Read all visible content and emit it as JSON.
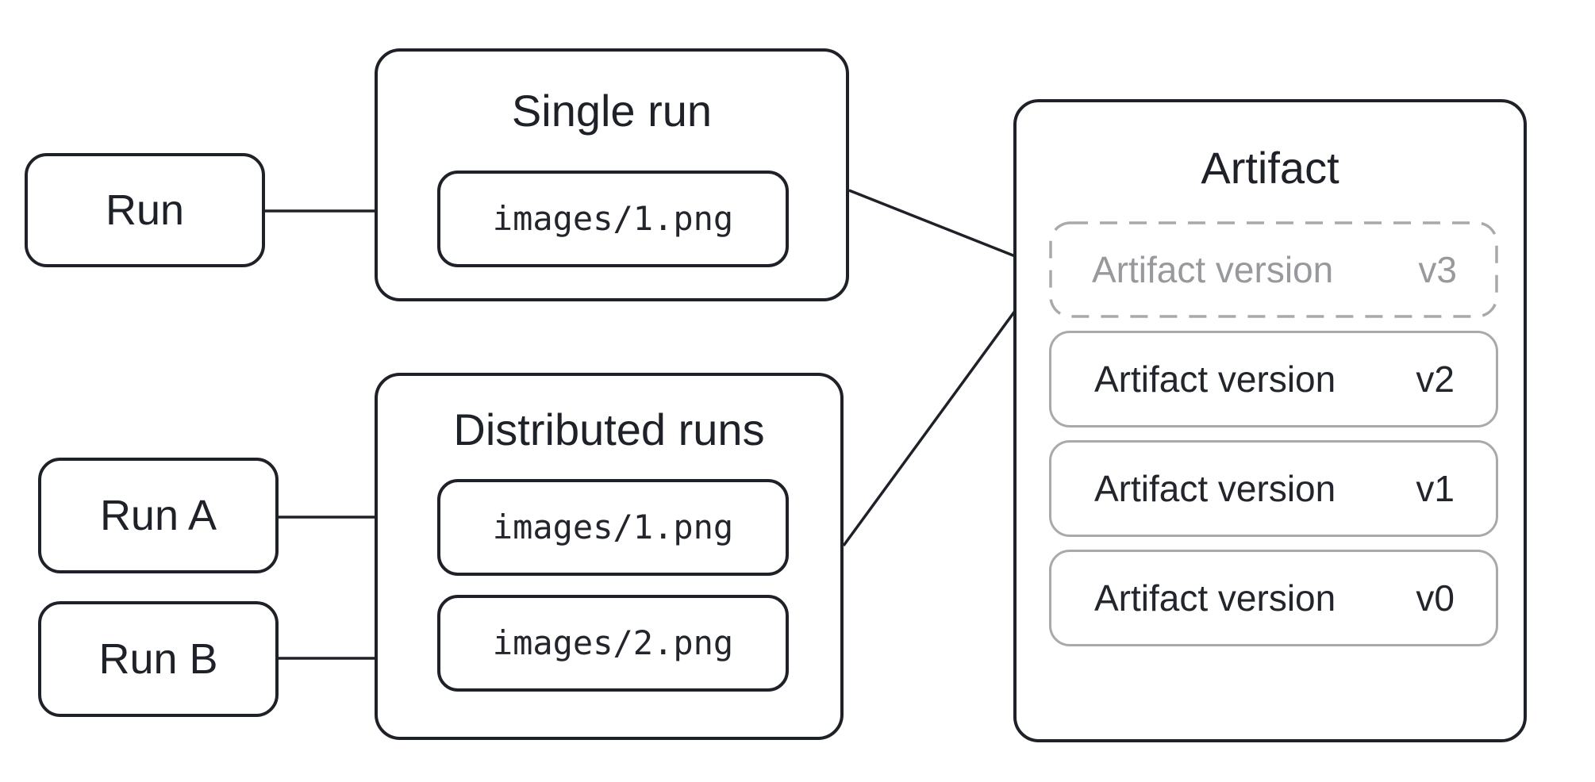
{
  "nodes": {
    "run": {
      "label": "Run"
    },
    "run_a": {
      "label": "Run A"
    },
    "run_b": {
      "label": "Run B"
    }
  },
  "groups": {
    "single_run": {
      "title": "Single run",
      "files": [
        {
          "path": "images/1.png"
        }
      ]
    },
    "distributed_runs": {
      "title": "Distributed runs",
      "files": [
        {
          "path": "images/1.png"
        },
        {
          "path": "images/2.png"
        }
      ]
    },
    "artifact": {
      "title": "Artifact",
      "versions": [
        {
          "label": "Artifact version",
          "tag": "v3",
          "state": "incoming-dashed"
        },
        {
          "label": "Artifact version",
          "tag": "v2",
          "state": "committed"
        },
        {
          "label": "Artifact version",
          "tag": "v1",
          "state": "committed"
        },
        {
          "label": "Artifact version",
          "tag": "v0",
          "state": "committed"
        }
      ]
    }
  },
  "edges": [
    {
      "from": "run",
      "to": "single_run/images/1.png"
    },
    {
      "from": "run_a",
      "to": "distributed_runs/images/1.png"
    },
    {
      "from": "run_b",
      "to": "distributed_runs/images/2.png"
    },
    {
      "from": "single_run",
      "to": "artifact/v3"
    },
    {
      "from": "distributed_runs",
      "to": "artifact/v3"
    }
  ],
  "colors": {
    "stroke_dark": "#1e2127",
    "stroke_gray": "#a7a9ac",
    "text_dark": "#22252b",
    "text_gray": "#97999d",
    "background": "#ffffff"
  }
}
